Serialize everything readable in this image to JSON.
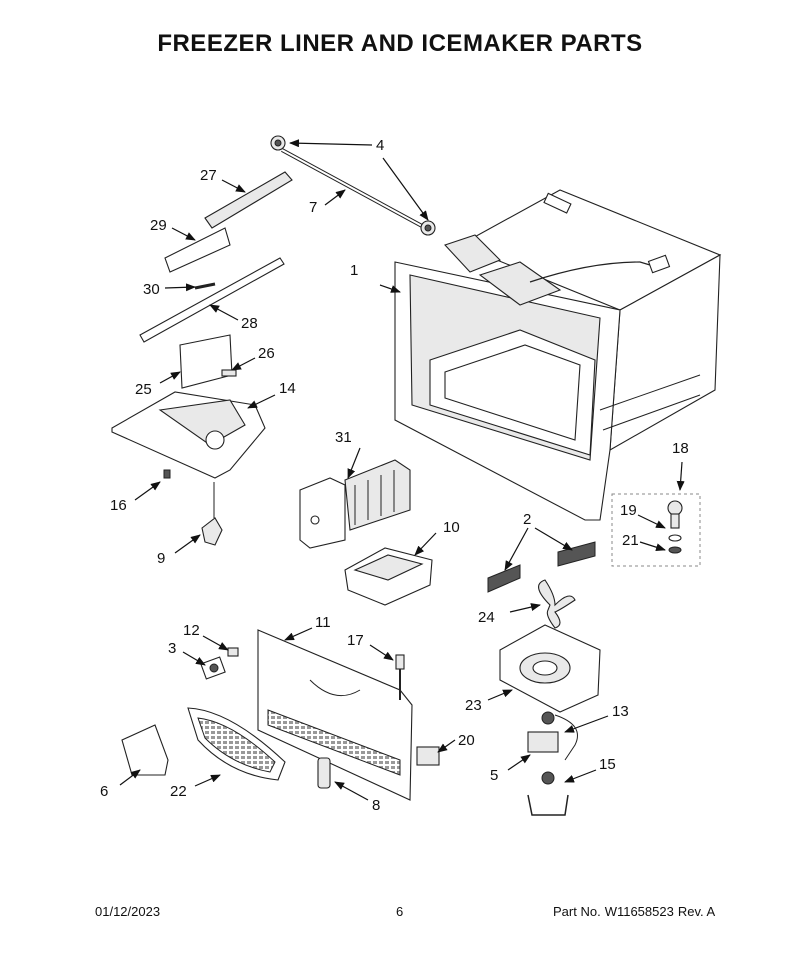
{
  "title": "FREEZER LINER AND ICEMAKER PARTS",
  "footer": {
    "date": "01/12/2023",
    "page": "6",
    "part_label": "Part No.",
    "part_number": "W11658523",
    "revision": "Rev. A"
  },
  "callouts": [
    {
      "id": "c1",
      "label": "1"
    },
    {
      "id": "c2",
      "label": "2"
    },
    {
      "id": "c3",
      "label": "3"
    },
    {
      "id": "c4",
      "label": "4"
    },
    {
      "id": "c5",
      "label": "5"
    },
    {
      "id": "c6",
      "label": "6"
    },
    {
      "id": "c7",
      "label": "7"
    },
    {
      "id": "c8",
      "label": "8"
    },
    {
      "id": "c9",
      "label": "9"
    },
    {
      "id": "c10",
      "label": "10"
    },
    {
      "id": "c11",
      "label": "11"
    },
    {
      "id": "c12",
      "label": "12"
    },
    {
      "id": "c13",
      "label": "13"
    },
    {
      "id": "c14",
      "label": "14"
    },
    {
      "id": "c15",
      "label": "15"
    },
    {
      "id": "c16",
      "label": "16"
    },
    {
      "id": "c17",
      "label": "17"
    },
    {
      "id": "c18",
      "label": "18"
    },
    {
      "id": "c19",
      "label": "19"
    },
    {
      "id": "c20",
      "label": "20"
    },
    {
      "id": "c21",
      "label": "21"
    },
    {
      "id": "c22",
      "label": "22"
    },
    {
      "id": "c23",
      "label": "23"
    },
    {
      "id": "c24",
      "label": "24"
    },
    {
      "id": "c25",
      "label": "25"
    },
    {
      "id": "c26",
      "label": "26"
    },
    {
      "id": "c27",
      "label": "27"
    },
    {
      "id": "c28",
      "label": "28"
    },
    {
      "id": "c29",
      "label": "29"
    },
    {
      "id": "c30",
      "label": "30"
    },
    {
      "id": "c31",
      "label": "31"
    }
  ]
}
